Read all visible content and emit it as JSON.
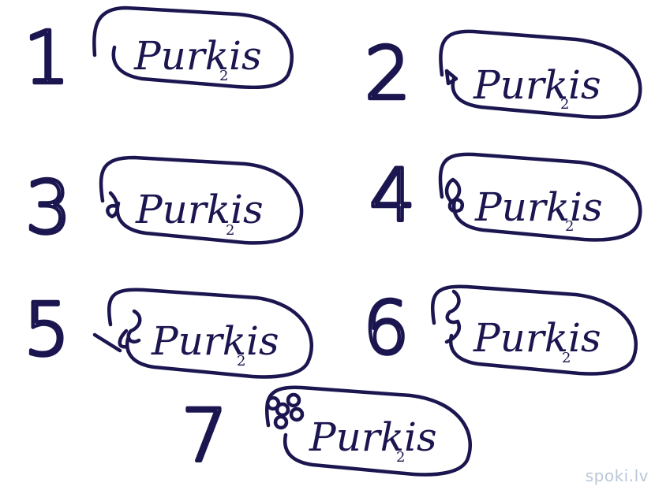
{
  "drawing": {
    "word": "Purkis",
    "stages": [
      "1",
      "2",
      "3",
      "4",
      "5",
      "6",
      "7"
    ]
  },
  "watermark": {
    "text": "spoki.lv",
    "color": "#b9c7d8"
  },
  "colors": {
    "ink": "#1c1650",
    "background": "#ffffff"
  }
}
